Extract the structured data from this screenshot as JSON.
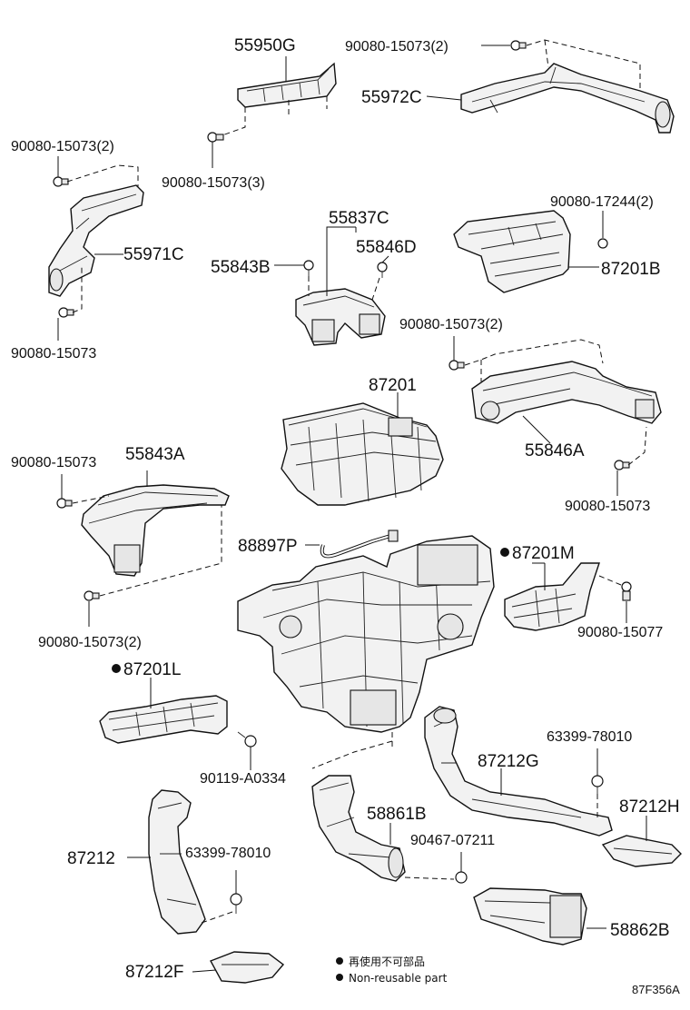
{
  "labels": {
    "p55950G": "55950G",
    "p90080_15073_2": "90080-15073(2)",
    "p55972C": "55972C",
    "p90080_15073_3": "90080-15073(3)",
    "p55837C": "55837C",
    "p90080_17244_2": "90080-17244(2)",
    "p55971C": "55971C",
    "p55846D": "55846D",
    "p55843B": "55843B",
    "p87201B": "87201B",
    "p90080_15073": "90080-15073",
    "p87201": "87201",
    "p55846A": "55846A",
    "p55843A": "55843A",
    "p88897P": "88897P",
    "p87201M": "87201M",
    "p90080_15077": "90080-15077",
    "p87201L": "87201L",
    "p63399_78010": "63399-78010",
    "p87212G": "87212G",
    "p90119_A0334": "90119-A0334",
    "p87212H": "87212H",
    "p58861B": "58861B",
    "p90467_07211": "90467-07211",
    "p87212": "87212",
    "p58862B": "58862B",
    "p87212F": "87212F"
  },
  "legend": {
    "non_reusable_cn": "再使用不可部品",
    "non_reusable_en": "Non-reusable part"
  },
  "diagram_code": "87F356A"
}
